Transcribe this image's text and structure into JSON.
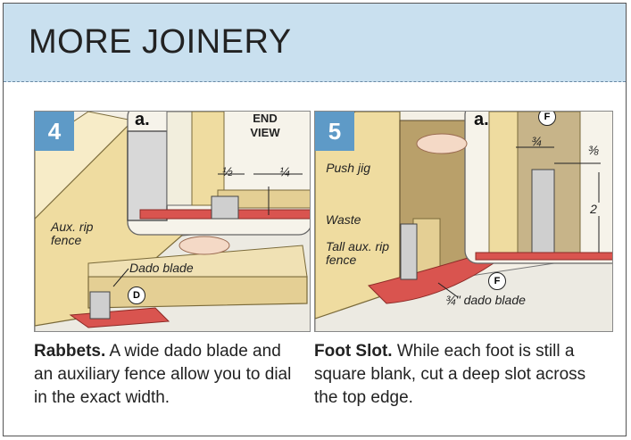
{
  "header": {
    "title": "MORE JOINERY"
  },
  "steps": [
    {
      "number": "4",
      "detail_letter": "a.",
      "detail_view_label": "END VIEW",
      "dimensions": [
        "½",
        "¼"
      ],
      "labels": {
        "aux_fence": "Aux. rip fence",
        "dado_blade": "Dado blade",
        "callout": "D"
      },
      "caption_lead": "Rabbets.",
      "caption_body": "A wide dado blade and an auxiliary fence allow you to dial in the exact width."
    },
    {
      "number": "5",
      "detail_letter": "a.",
      "detail_callout": "F",
      "dimensions": [
        "¾",
        "⅜",
        "2"
      ],
      "labels": {
        "push_jig": "Push jig",
        "waste": "Waste",
        "tall_fence": "Tall aux. rip fence",
        "dado_blade": "¾\" dado blade",
        "callout": "F"
      },
      "caption_lead": "Foot Slot.",
      "caption_body": "While each foot is still a square blank, cut a deep slot across the top edge."
    }
  ],
  "colors": {
    "header_bg": "#c9e0ef",
    "badge": "#5e9ac7",
    "wood": "#e8d9b0",
    "insert_red": "#d9544f",
    "fence_face": "#f2dfa8"
  }
}
